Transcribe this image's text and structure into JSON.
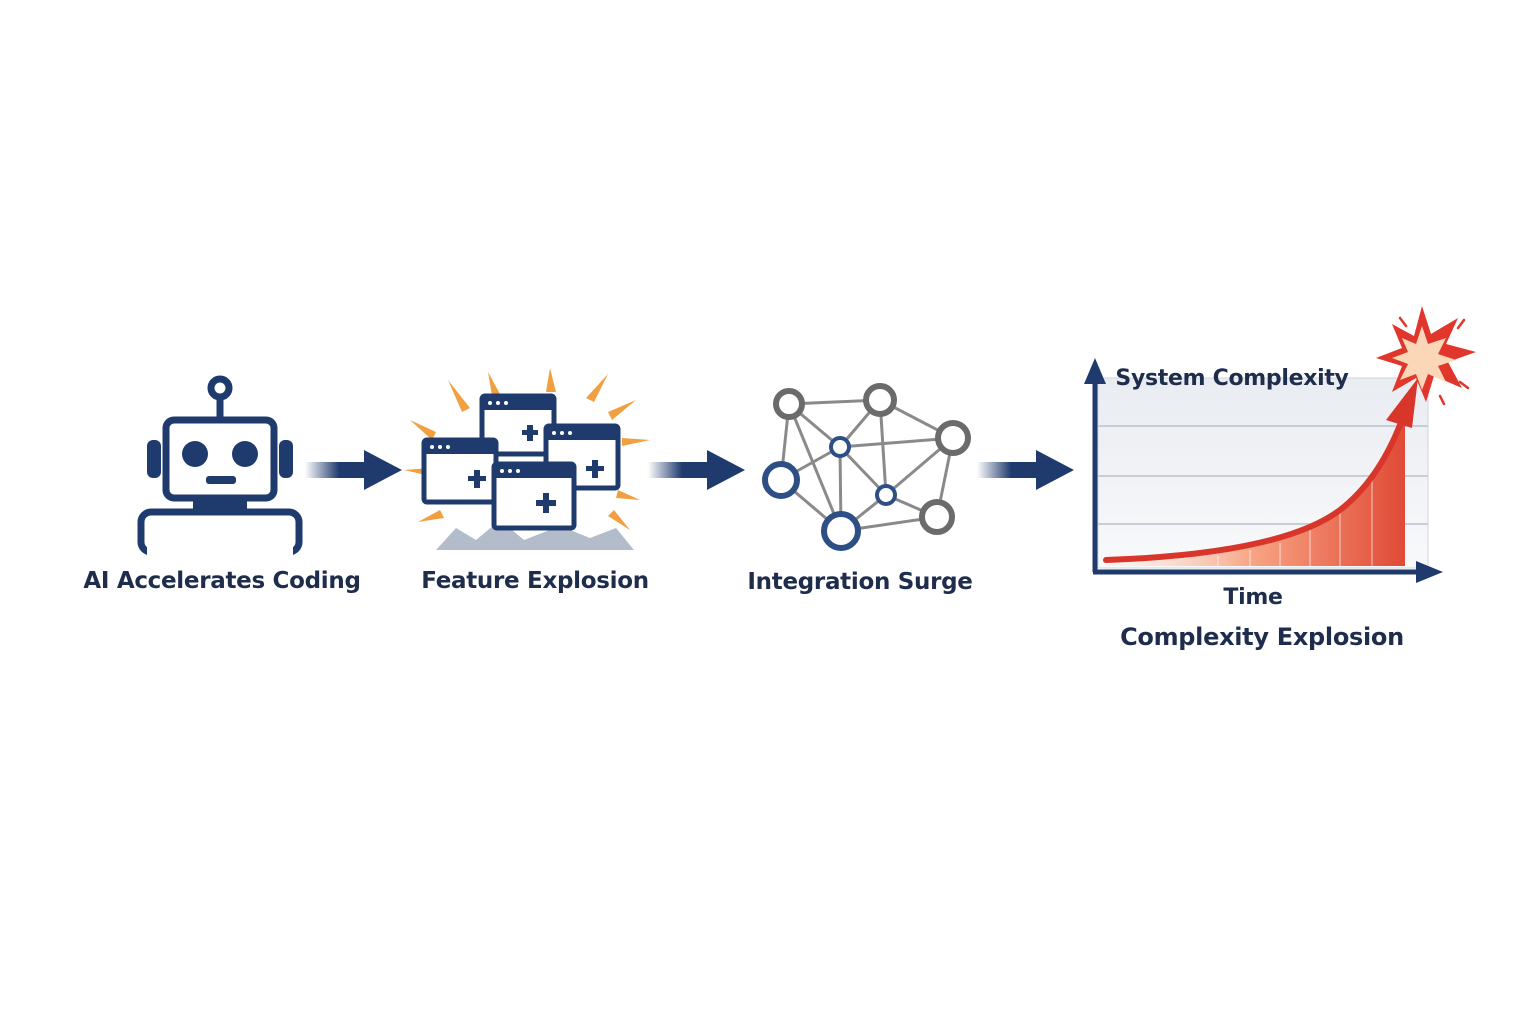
{
  "steps": [
    {
      "id": "ai",
      "label": "AI Accelerates Coding",
      "icon": "robot-icon"
    },
    {
      "id": "features",
      "label": "Feature Explosion",
      "icon": "browser-windows-burst-icon"
    },
    {
      "id": "integration",
      "label": "Integration Surge",
      "icon": "network-graph-icon"
    },
    {
      "id": "complexity",
      "label": "Complexity Explosion",
      "icon": "growth-chart-icon"
    }
  ],
  "chart": {
    "ylabel": "System Complexity",
    "xlabel": "Time",
    "caption": "Complexity Explosion"
  },
  "colors": {
    "navy": "#1f3b6e",
    "text": "#1f2d4d",
    "gray": "#6b6b6b",
    "orange": "#f0a040",
    "red": "#d9362b"
  },
  "chart_data": {
    "type": "area",
    "xlabel": "Time",
    "ylabel": "System Complexity",
    "curve": "exponential",
    "grid": true
  }
}
